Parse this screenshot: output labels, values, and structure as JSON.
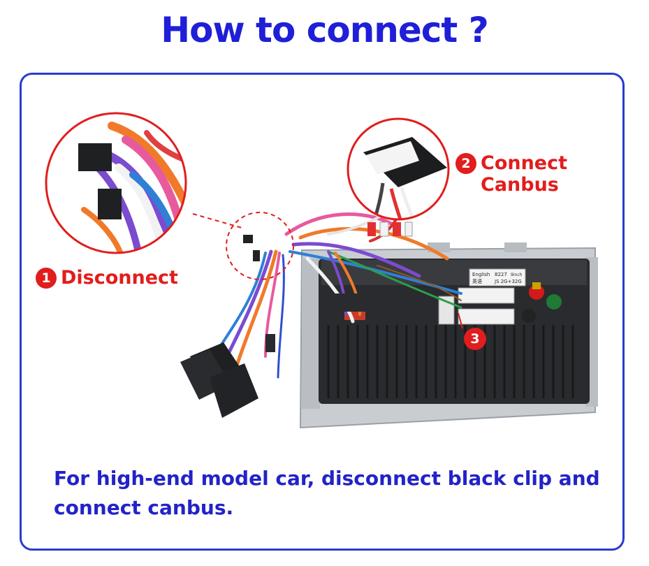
{
  "title": "How to connect ?",
  "steps": [
    {
      "number": "1",
      "label": "Disconnect"
    },
    {
      "number": "2",
      "label_line1": "Connect",
      "label_line2": "Canbus"
    },
    {
      "number": "3"
    }
  ],
  "caption": "For high-end model car, disconnect black clip and connect canbus.",
  "unit_label": {
    "line1a": "English",
    "line1b": "8227",
    "line1c": "9inch",
    "line2a": "英语",
    "line2b": "JS 2G+32G"
  },
  "colors": {
    "title_blue": "#1f1fd8",
    "frame_blue": "#2a3bd0",
    "accent_red": "#e11d1d",
    "caption_blue": "#2323c8"
  },
  "icons": [
    "wiring-harness-illustration",
    "canbus-decoder-box",
    "head-unit-chassis"
  ]
}
